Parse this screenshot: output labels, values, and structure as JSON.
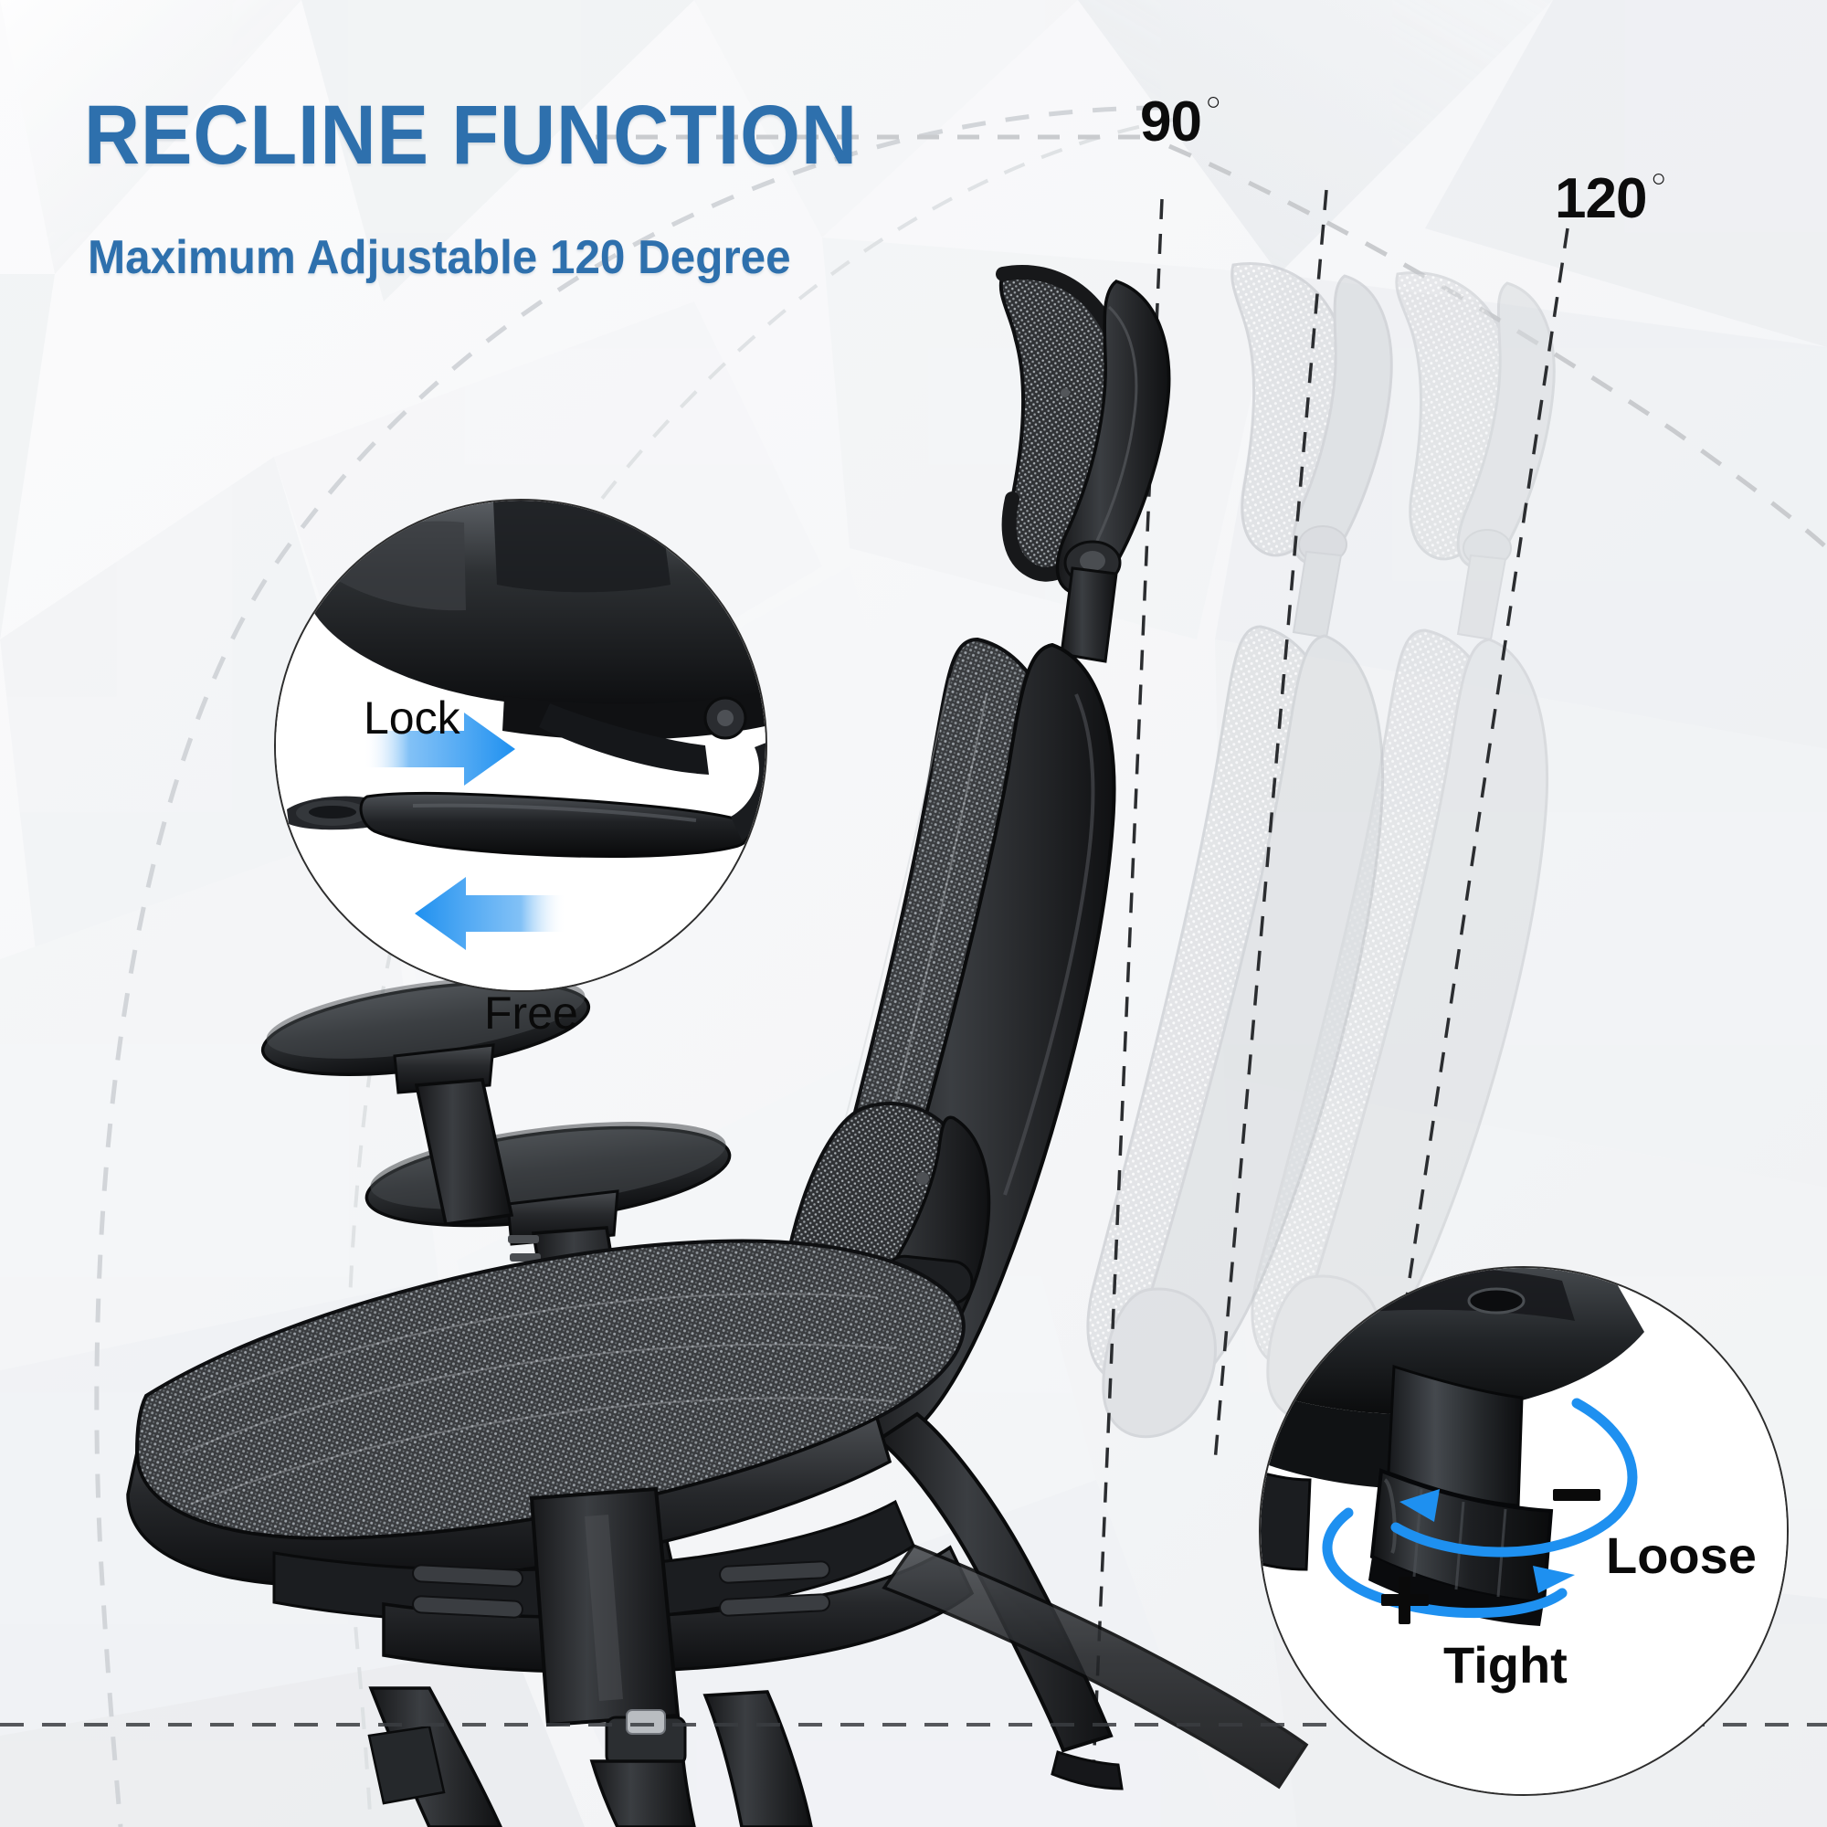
{
  "heading": {
    "title": "RECLINE FUNCTION",
    "subtitle": "Maximum Adjustable 120 Degree",
    "title_color": "#2e70ad"
  },
  "angles": {
    "upright": {
      "value": "90",
      "degree_symbol": "○"
    },
    "reclined": {
      "value": "120",
      "degree_symbol": "○"
    }
  },
  "callouts": {
    "tilt_lock": {
      "name": "tilt-lock-lever",
      "lock_label": "Lock",
      "free_label": "Free",
      "lock_direction": "right",
      "free_direction": "left",
      "arrow_color": "#2196f3"
    },
    "tension_knob": {
      "name": "tension-adjust-knob",
      "loose_label": "Loose",
      "tight_label": "Tight",
      "loose_sign": "−",
      "tight_sign": "+",
      "arrow_color": "#2196f3"
    }
  },
  "chair": {
    "positions": [
      {
        "state": "solid",
        "angle": "90",
        "opacity": 1.0
      },
      {
        "state": "ghost",
        "angle": "105",
        "opacity": 0.3
      },
      {
        "state": "ghost",
        "angle": "120",
        "opacity": 0.26
      }
    ],
    "parts": [
      "headrest",
      "backrest-mesh",
      "lumbar-support",
      "armrest-left",
      "armrest-right",
      "seat-mesh",
      "seat-base",
      "gas-cylinder",
      "chair-legs"
    ]
  },
  "guides": {
    "baseline_label": "floor-baseline",
    "arc_label": "recline-sweep-arc",
    "dash_color": "#c9cbce"
  },
  "background": {
    "base_color": "#f7f8f9",
    "facet_color": "#eceef0"
  }
}
